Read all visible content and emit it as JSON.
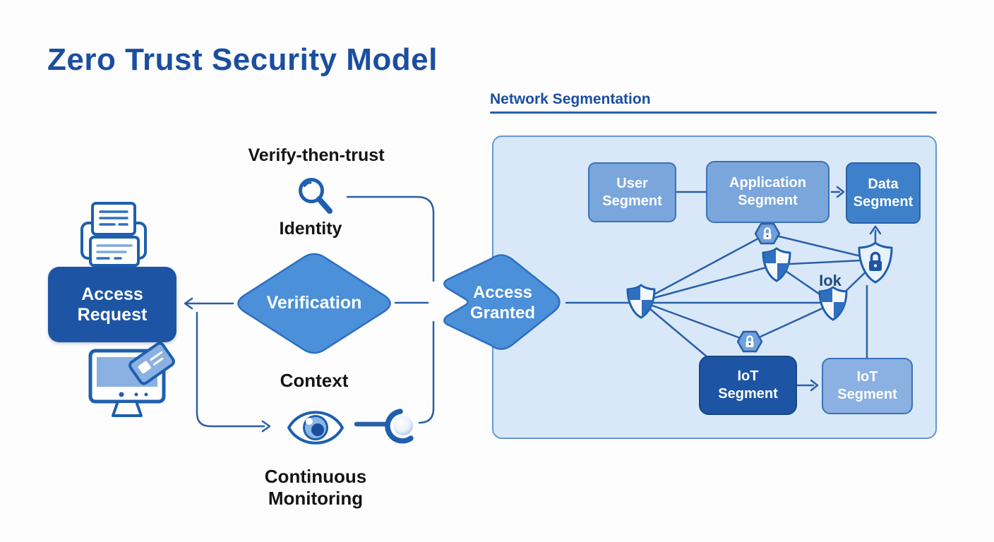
{
  "title": "Zero Trust Security Model",
  "left_flow": {
    "principle_label": "Verify-then-trust",
    "identity_label": "Identity",
    "verification_label": "Verification",
    "context_label": "Context",
    "monitoring_line1": "Continuous",
    "monitoring_line2": "Monitoring",
    "access_request_line1": "Access",
    "access_request_line2": "Request",
    "access_granted_line1": "Access",
    "access_granted_line2": "Granted"
  },
  "panel": {
    "heading": "Network Segmentation",
    "mesh_annotation": "Iok",
    "segments": {
      "user": {
        "line1": "User",
        "line2": "Segment"
      },
      "application": {
        "line1": "Application",
        "line2": "Segment"
      },
      "data": {
        "line1": "Data",
        "line2": "Segment"
      },
      "iot_primary": {
        "line1": "IoT",
        "line2": "Segment"
      },
      "iot_secondary": {
        "line1": "IoT",
        "line2": "Segment"
      }
    }
  },
  "colors": {
    "title_blue": "#1b4e9f",
    "dark_box": "#1d55a4",
    "medium_box": "#7aa6db",
    "data_box": "#3f80ca",
    "light_box": "#8ab1e1",
    "diamond_fill": "#4b90d8",
    "diamond_border": "#2d6fc2",
    "connector_line": "#2a5fa8",
    "panel_bg": "#d9e8f8",
    "panel_border": "#6497d4"
  }
}
